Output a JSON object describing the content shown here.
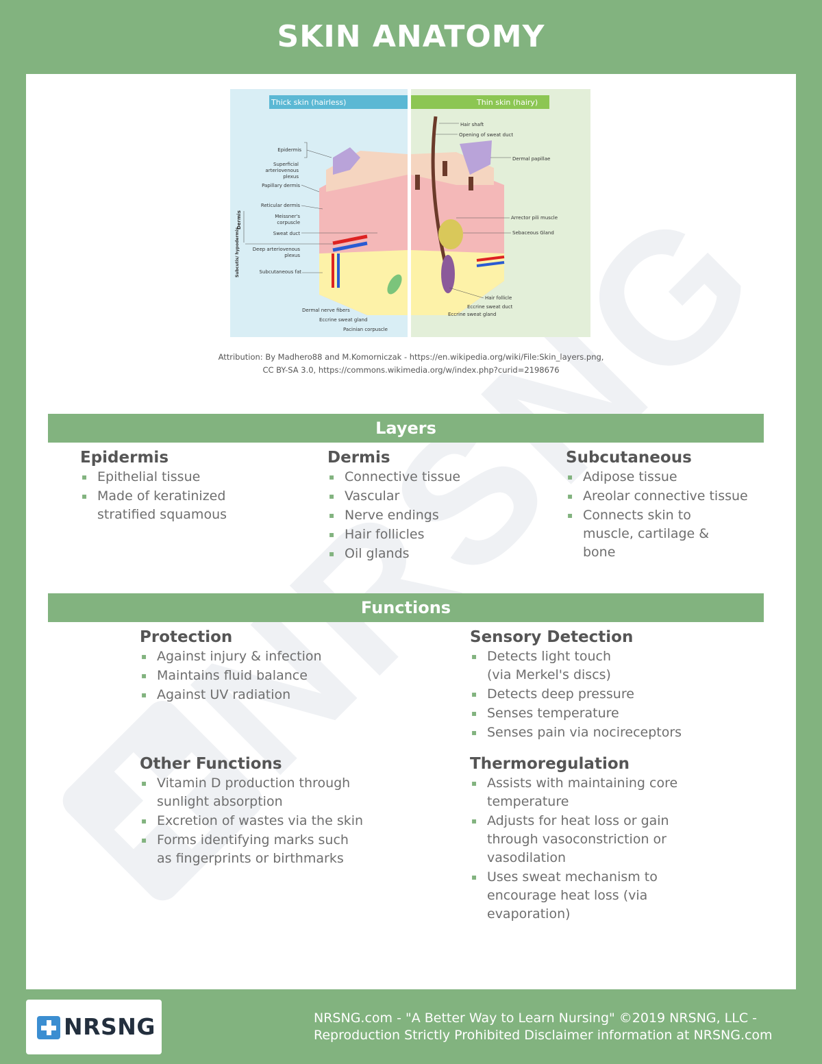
{
  "title": "SKIN ANATOMY",
  "diagram": {
    "thick_label": "Thick skin (hairless)",
    "thin_label": "Thin skin (hairy)",
    "left_labels": {
      "epidermis": "Epidermis",
      "superficial_plexus_1": "Superficial",
      "superficial_plexus_2": "arteriovenous",
      "superficial_plexus_3": "plexus",
      "papillary": "Papillary dermis",
      "reticular": "Reticular dermis",
      "meissner_1": "Meissner's",
      "meissner_2": "corpuscle",
      "sweat_duct": "Sweat duct",
      "deep_plexus_1": "Deep arteriovenous",
      "deep_plexus_2": "plexus",
      "subcutaneous_fat": "Subcutaneous fat",
      "dermis_side": "Dermis",
      "subcutis_side": "Subcutis/ hypodermis"
    },
    "bottom_labels": {
      "nerve_fibers": "Dermal nerve fibers",
      "eccrine": "Eccrine sweat gland",
      "pacinian": "Pacinian corpuscle"
    },
    "right_labels": {
      "hair_shaft": "Hair shaft",
      "opening": "Opening of sweat duct",
      "papillae": "Dermal papillae",
      "arrector": "Arrector pili muscle",
      "sebaceous": "Sebaceous Gland",
      "follicle": "Hair follicle",
      "eccrine_duct": "Eccrine sweat duct",
      "eccrine_gland": "Eccrine sweat gland"
    }
  },
  "attribution": {
    "line1": "Attribution: By Madhero88 and M.Komorniczak - https://en.wikipedia.org/wiki/File:Skin_layers.png,",
    "line2": "CC BY-SA 3.0, https://commons.wikimedia.org/w/index.php?curid=2198676"
  },
  "layers": {
    "heading": "Layers",
    "columns": [
      {
        "title": "Epidermis",
        "items": [
          "Epithelial tissue",
          "Made of keratinized stratified squamous"
        ]
      },
      {
        "title": "Dermis",
        "items": [
          "Connective tissue",
          "Vascular",
          "Nerve endings",
          "Hair follicles",
          "Oil glands"
        ]
      },
      {
        "title": "Subcutaneous",
        "items": [
          "Adipose tissue",
          "Areolar connective tissue",
          "Connects skin to muscle, cartilage & bone"
        ]
      }
    ]
  },
  "functions": {
    "heading": "Functions",
    "blocks": [
      {
        "title": "Protection",
        "items": [
          "Against injury & infection",
          "Maintains fluid balance",
          "Against UV radiation"
        ]
      },
      {
        "title": "Sensory Detection",
        "items": [
          "Detects light touch (via Merkel's discs)",
          "Detects deep pressure",
          "Senses temperature",
          "Senses pain via nocireceptors"
        ]
      },
      {
        "title": "Other Functions",
        "items": [
          "Vitamin D production through sunlight absorption",
          "Excretion of wastes via the skin",
          "Forms identifying marks such as fingerprints or birthmarks"
        ]
      },
      {
        "title": "Thermoregulation",
        "items": [
          "Assists with maintaining core temperature",
          "Adjusts for heat loss or gain through vasoconstriction or vasodilation",
          "Uses sweat mechanism to encourage heat loss (via evaporation)"
        ]
      }
    ]
  },
  "watermark": "NRSNG",
  "footer": {
    "logo": "NRSNG",
    "line1": "NRSNG.com - \"A Better Way to Learn Nursing\" ©2019 NRSNG, LLC -",
    "line2": "Reproduction Strictly Prohibited Disclaimer information at NRSNG.com"
  },
  "colors": {
    "brand_green": "#82b37f",
    "thick_header": "#5bb8d4",
    "thin_header": "#8cc653",
    "logo_blue": "#3b8ed1"
  }
}
